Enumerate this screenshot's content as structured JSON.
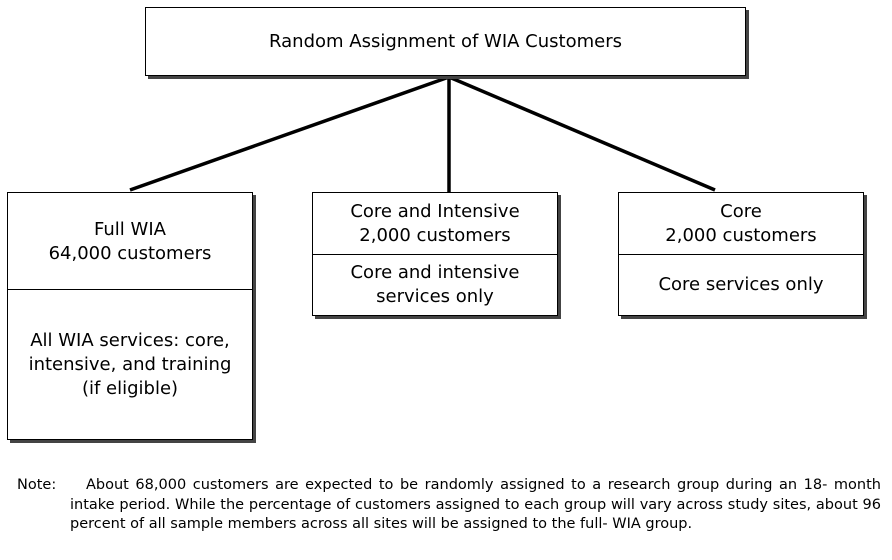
{
  "root": {
    "label": "Random Assignment of WIA Customers"
  },
  "groups": [
    {
      "id": "full-wia",
      "title": "Full WIA\n64,000 customers",
      "services": "All WIA services:  core,\nintensive, and training\n(if eligible)"
    },
    {
      "id": "core-intensive",
      "title": "Core and Intensive\n2,000 customers",
      "services": "Core and intensive\nservices only"
    },
    {
      "id": "core",
      "title": "Core\n2,000 customers",
      "services": "Core services only"
    }
  ],
  "note": {
    "label": "Note:",
    "text": "About 68,000 customers are expected to be randomly assigned to a research group during an 18- month intake period. While the percentage of customers assigned to each group will vary across study sites, about 96 percent of all sample members across all sites will be assigned to the full- WIA group."
  }
}
